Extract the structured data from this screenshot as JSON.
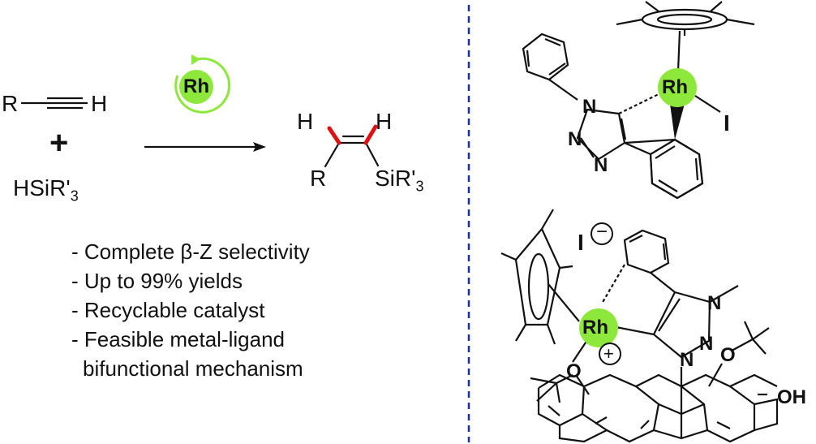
{
  "reaction": {
    "alkyne_r": "R",
    "alkyne_h": "H",
    "plus": "+",
    "silane": "HSiR'",
    "silane_sub": "3",
    "catalyst_badge": "Rh",
    "product_h1": "H",
    "product_h2": "H",
    "product_r": "R",
    "product_si": "SiR'",
    "product_si_sub": "3"
  },
  "bullets": [
    "- Complete β-Z selectivity",
    "- Up to 99% yields",
    "- Recyclable catalyst",
    "- Feasible metal-ligand",
    "bifunctional mechanism"
  ],
  "complex1": {
    "metal": "Rh",
    "halide": "I",
    "n1": "N",
    "n2": "N",
    "n3": "N"
  },
  "complex2": {
    "metal": "Rh",
    "charge_plus": "+",
    "counterion": "I",
    "charge_minus": "−",
    "n_methyl": "N",
    "n2": "N",
    "n3": "N",
    "o1": "O",
    "o2": "O",
    "oh": "OH"
  },
  "colors": {
    "green": "#8ee83c",
    "red": "#e01010",
    "divider": "#1a2db8"
  }
}
